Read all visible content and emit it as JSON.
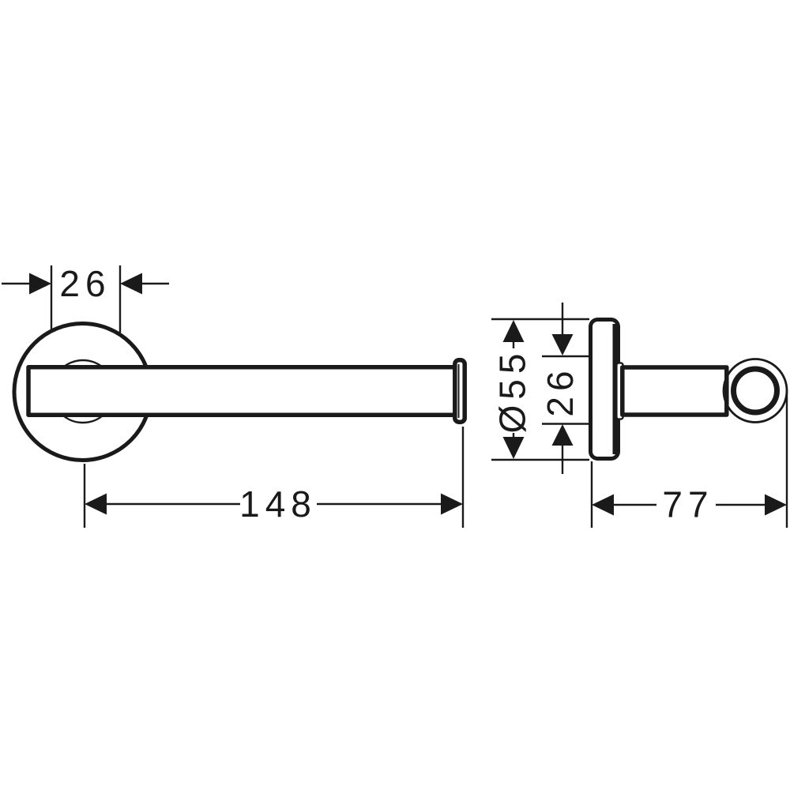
{
  "drawing": {
    "type": "technical-dimension-drawing",
    "product": "wall-mounted roll holder, front and side elevation",
    "line_color": "#1a1a1a",
    "background_color": "#ffffff",
    "views": {
      "front": {
        "label": "front-view"
      },
      "side": {
        "label": "side-view"
      }
    },
    "dimensions": {
      "front_arm_width": "26",
      "front_arm_length": "148",
      "side_plate_diameter": "Ø55",
      "side_collar_diameter": "26",
      "side_depth": "77"
    }
  }
}
